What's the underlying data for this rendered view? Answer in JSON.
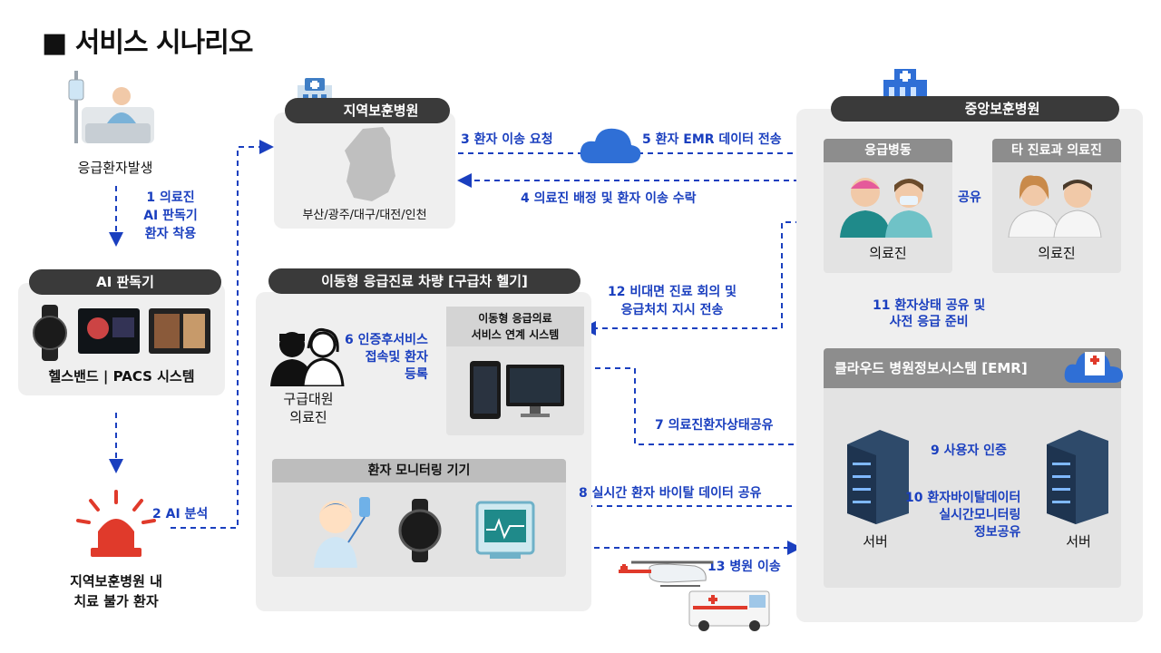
{
  "title": "■ 서비스 시나리오",
  "emergency": {
    "label": "응급환자발생"
  },
  "step1": {
    "line1": "1 의료진",
    "line2": "AI 판독기",
    "line3": "환자 착용"
  },
  "ai_reader": {
    "title": "AI 판독기",
    "caption": "헬스밴드 | PACS 시스템"
  },
  "step2": "2  AI 분석",
  "untreatable": {
    "line1": "지역보훈병원 내",
    "line2": "치료 불가 환자"
  },
  "regional_hospital": {
    "title": "지역보훈병원",
    "cities": "부산/광주/대구/대전/인천"
  },
  "step3": "3  환자 이송 요청",
  "step4": "4  의료진 배정 및 환자 이송 수락",
  "step5": "5  환자 EMR 데이터 전송",
  "central_hospital": {
    "title": "중앙보훈병원"
  },
  "er_ward": {
    "title": "응급병동",
    "caption": "의료진"
  },
  "share": "공유",
  "other_dept": {
    "title": "타 진료과  의료진",
    "caption": "의료진"
  },
  "step11": {
    "line1": "11 환자상태 공유  및",
    "line2": "사전 응급  준비"
  },
  "step12": {
    "line1": "12  비대면 진료 회의 및",
    "line2": "응급처치 지시 전송"
  },
  "mobile_vehicle": {
    "title": "이동형 응급진료 차량 [구급차 헬기]"
  },
  "mobile_system": {
    "line1": "이동형  응급의료",
    "line2": "서비스 연계 시스템"
  },
  "paramedic": {
    "line1": "구급대원",
    "line2": "의료진"
  },
  "step6": {
    "line1": "6  인증후서비스",
    "line2": "접속및 환자",
    "line3": "등록"
  },
  "step7": "7  의료진환자상태공유",
  "monitor": {
    "title": "환자 모니터링 기기"
  },
  "step8": "8  실시간 환자 바이탈 데이터 공유",
  "step13": "13  병원 이송",
  "emr": {
    "title": "클라우드 병원정보시스템 [EMR]"
  },
  "step9": "9 사용자 인증",
  "step10": {
    "line1": "10  환자바이탈데이터",
    "line2": "실시간모니터링",
    "line3": "정보공유"
  },
  "server1": "서버",
  "server2": "서버",
  "colors": {
    "accent_blue": "#1a3fbf",
    "pill_dark": "#3a3a3a",
    "panel_gray": "#efefef",
    "bar_gray": "#8d8d8d",
    "alarm_red": "#e03a2b"
  }
}
